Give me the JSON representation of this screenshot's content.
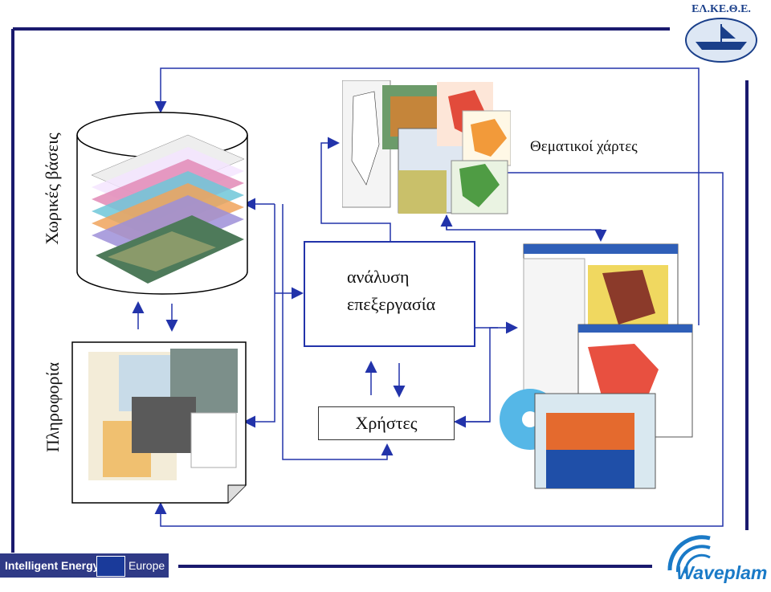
{
  "logos": {
    "elkethe": "ΕΛ.ΚΕ.Θ.Ε.",
    "waveplam": "Waveplam",
    "ie_left": "Intelligent Energy",
    "ie_right": "Europe"
  },
  "labels": {
    "spatial_db": "Χωρικές βάσεις",
    "information": "Πληροφορία",
    "thematic_maps": "Θεματικοί χάρτες",
    "analysis_line1": "ανάλυση",
    "analysis_line2": "επεξεργασία",
    "users": "Χρήστες"
  },
  "colors": {
    "frame": "#1a1a6e",
    "arrow": "#2233aa",
    "eu_blue": "#2f3a86",
    "waveplam_blue": "#1a7ac7"
  }
}
